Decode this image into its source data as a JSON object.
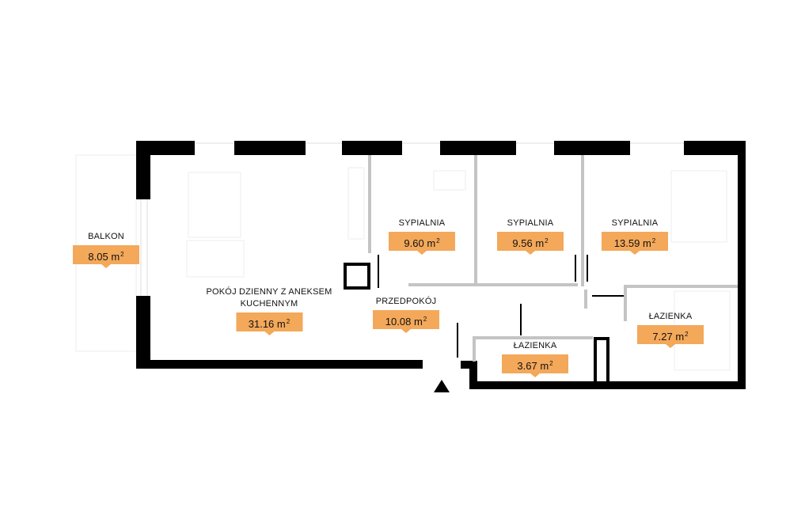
{
  "rooms": {
    "balkon": {
      "name": "BALKON",
      "area": "8.05",
      "unit": "m",
      "exp": "2"
    },
    "pokoj": {
      "name_line1": "POKÓJ DZIENNY Z ANEKSEM",
      "name_line2": "KUCHENNYM",
      "area": "31.16",
      "unit": "m",
      "exp": "2"
    },
    "przedpokoj": {
      "name": "PRZEDPOKÓJ",
      "area": "10.08",
      "unit": "m",
      "exp": "2"
    },
    "sypialnia1": {
      "name": "SYPIALNIA",
      "area": "9.60",
      "unit": "m",
      "exp": "2"
    },
    "sypialnia2": {
      "name": "SYPIALNIA",
      "area": "9.56",
      "unit": "m",
      "exp": "2"
    },
    "sypialnia3": {
      "name": "SYPIALNIA",
      "area": "13.59",
      "unit": "m",
      "exp": "2"
    },
    "lazienka_small": {
      "name": "ŁAZIENKA",
      "area": "3.67",
      "unit": "m",
      "exp": "2"
    },
    "lazienka_large": {
      "name": "ŁAZIENKA",
      "area": "7.27",
      "unit": "m",
      "exp": "2"
    }
  },
  "colors": {
    "wall": "#000000",
    "partition": "#c4c4c4",
    "badge": "#f3a85a",
    "furniture": "#eeeeee"
  },
  "icons": {
    "entrance": "entrance-arrow-icon"
  }
}
